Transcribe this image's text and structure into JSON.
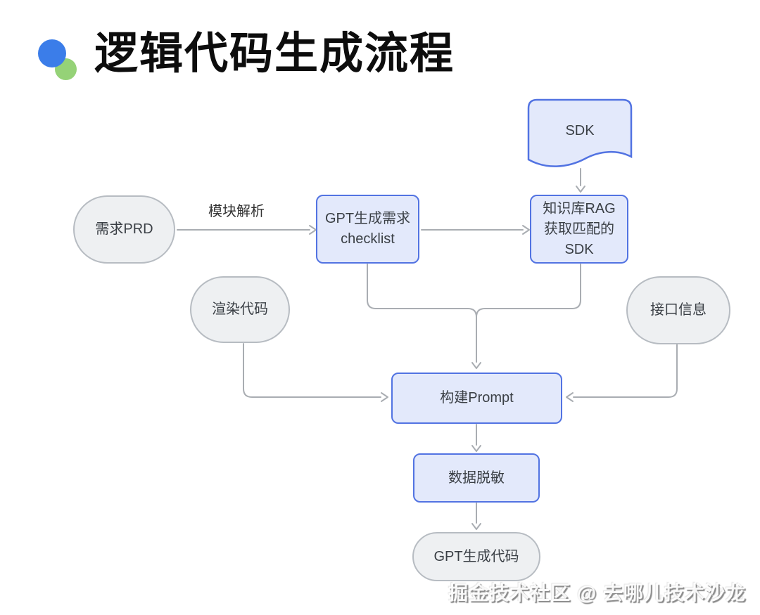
{
  "header": {
    "title": "逻辑代码生成流程",
    "logo_colors": {
      "blue": "#3b7de9",
      "green": "#95d277"
    }
  },
  "diagram": {
    "colors": {
      "node_blue_fill": "#e3e9fb",
      "node_blue_border": "#5273e2",
      "node_gray_fill": "#eef0f2",
      "node_gray_border": "#b7bcc2",
      "arrow": "#a9adb2",
      "text": "#3a3f45"
    },
    "nodes": [
      {
        "id": "sdk",
        "type": "document",
        "label": "SDK"
      },
      {
        "id": "prd",
        "type": "ellipse",
        "label": "需求PRD"
      },
      {
        "id": "checklist",
        "type": "rect",
        "label": "GPT生成需求\nchecklist"
      },
      {
        "id": "rag",
        "type": "rect",
        "label": "知识库RAG\n获取匹配的SDK"
      },
      {
        "id": "render-code",
        "type": "ellipse",
        "label": "渲染代码"
      },
      {
        "id": "api-info",
        "type": "ellipse",
        "label": "接口信息"
      },
      {
        "id": "build-prompt",
        "type": "rect",
        "label": "构建Prompt"
      },
      {
        "id": "data-mask",
        "type": "rect",
        "label": "数据脱敏"
      },
      {
        "id": "gpt-code",
        "type": "ellipse",
        "label": "GPT生成代码"
      }
    ],
    "edge_label": {
      "text": "模块解析"
    },
    "edges": [
      "需求PRD → GPT生成需求checklist (模块解析)",
      "GPT生成需求checklist → 知识库RAG获取匹配的SDK",
      "SDK → 知识库RAG获取匹配的SDK",
      "GPT生成需求checklist → 构建Prompt",
      "知识库RAG获取匹配的SDK → 构建Prompt",
      "渲染代码 → 构建Prompt",
      "接口信息 → 构建Prompt",
      "构建Prompt → 数据脱敏",
      "数据脱敏 → GPT生成代码"
    ]
  },
  "watermark": {
    "text": "掘金技术社区 @ 去哪儿技术沙龙"
  }
}
